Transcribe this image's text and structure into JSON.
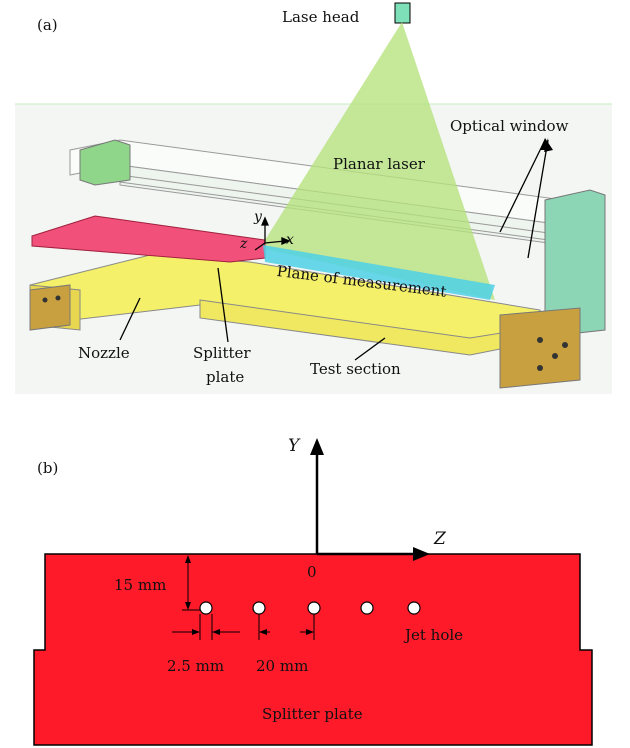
{
  "panel_a": {
    "tag": "(a)",
    "labels": {
      "laser_head": "Lase head",
      "planar_laser": "Planar laser",
      "optical_window": "Optical window",
      "plane_of_measurement": "Plane of measurement",
      "nozzle": "Nozzle",
      "splitter_plate_line1": "Splitter",
      "splitter_plate_line2": "plate",
      "test_section": "Test section",
      "axis_x": "x",
      "axis_y": "y",
      "axis_z": "z"
    },
    "colors": {
      "laser": "#b5e27c",
      "laser_head": "#7de0b8",
      "plate": "#f0507a",
      "nozzle": "#f4f06a",
      "measurement_plane": "#4fd0e6",
      "window": "#7ee0c8",
      "end_block": "#c8a040"
    }
  },
  "panel_b": {
    "tag": "(b)",
    "axis_y": "Y",
    "axis_z": "Z",
    "origin": "0",
    "dim_vertical": "15 mm",
    "dim_diameter": "2.5 mm",
    "dim_spacing": "20 mm",
    "jet_hole": "Jet hole",
    "splitter_plate": "Splitter plate",
    "hole_count": 5,
    "colors": {
      "plate": "#ff1a2a",
      "hole": "#ffffff"
    }
  }
}
